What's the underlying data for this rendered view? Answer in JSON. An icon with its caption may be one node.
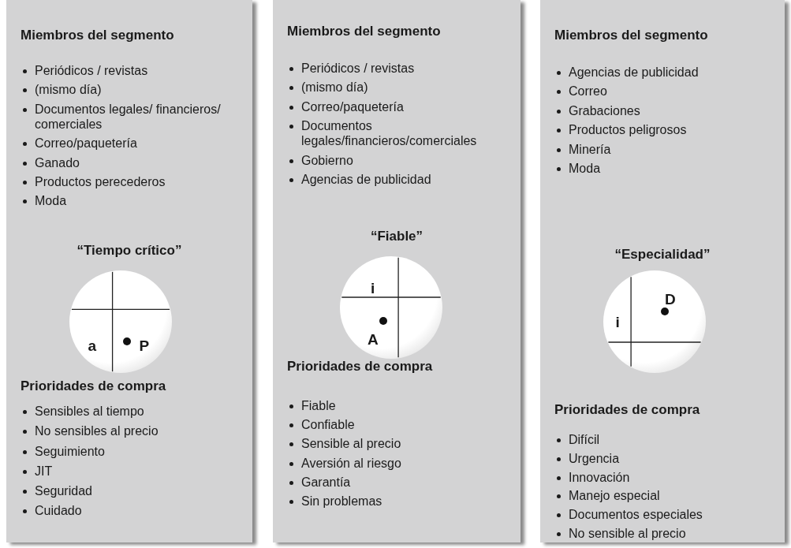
{
  "diagram": {
    "nodes": [
      {
        "text": [
          "Miembros del segmento",
          "Periódicos / revistas",
          "(mismo día)",
          "Documentos legales/ financieros/ comerciales",
          "Correo/paquetería",
          "Ganado",
          "Productos perecederos",
          "Moda",
          "“Tiempo crítico”",
          "Prioridades de compra",
          "Sensibles al tiempo",
          "No sensibles al precio",
          "Seguimiento",
          "JIT",
          "Seguridad",
          "Cuidado"
        ]
      },
      {
        "text": [
          "a",
          "P"
        ],
        "in": 0
      },
      {
        "text": [
          "Miembros del segmento",
          "Periódicos / revistas",
          "(mismo día)",
          "Correo/paquetería",
          "Documentos legales/financieros/comerciales",
          "Gobierno",
          "Agencias de publicidad",
          "“Fiable”",
          "Prioridades de compra",
          "Fiable",
          "Confiable",
          "Sensible al precio",
          "Aversión al riesgo",
          "Garantía",
          "Sin problemas"
        ]
      },
      {
        "text": [
          "i",
          "A"
        ],
        "in": 2
      },
      {
        "text": [
          "Miembros del segmento",
          "Agencias de publicidad",
          "Correo",
          "Grabaciones",
          "Productos peligrosos",
          "Minería",
          "Moda",
          "“Especialidad”",
          "Prioridades de compra",
          "Difícil",
          "Urgencia",
          "Innovación",
          "Manejo especial",
          "Documentos especiales",
          "No sensible al precio"
        ]
      },
      {
        "text": [
          "D",
          "i"
        ],
        "in": 4
      }
    ],
    "edges": []
  }
}
